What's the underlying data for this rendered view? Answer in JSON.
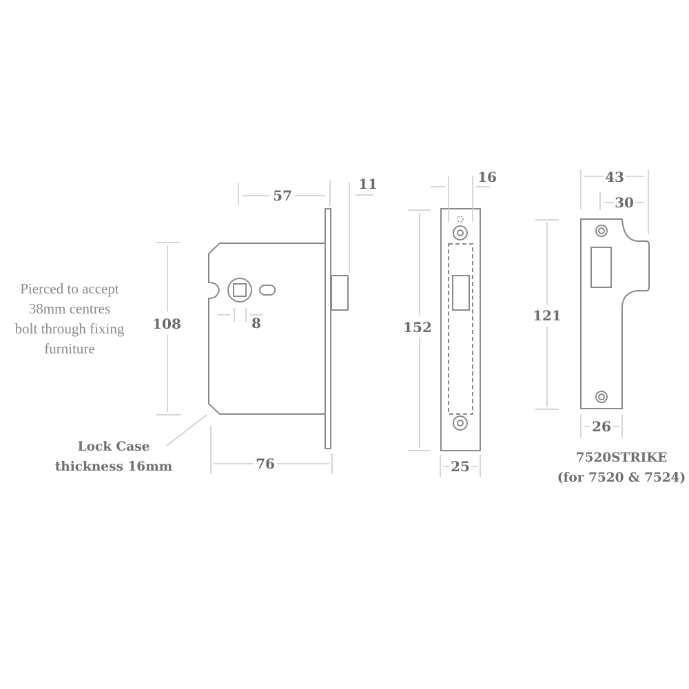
{
  "lock_case": {
    "dimensions": {
      "backset": "57",
      "bolt_projection": "11",
      "height": "108",
      "spindle": "8",
      "overall_width": "76"
    },
    "note_lines": [
      "Pierced to accept",
      "38mm centres",
      "bolt through fixing",
      "furniture"
    ],
    "thickness_caption_lines": [
      "Lock Case",
      "thickness 16mm"
    ]
  },
  "forend": {
    "dimensions": {
      "depth": "16",
      "height": "152",
      "width": "25"
    }
  },
  "strike": {
    "dimensions": {
      "overall_width": "43",
      "lip_width": "30",
      "height": "121",
      "plate_width": "26"
    },
    "caption_lines": [
      "7520STRIKE",
      "(for 7520 & 7524)"
    ]
  },
  "colors": {
    "outline": "#8a8a8a",
    "dimension_line": "#c8c8c8",
    "label": "#6b6b6b",
    "background": "#ffffff"
  }
}
